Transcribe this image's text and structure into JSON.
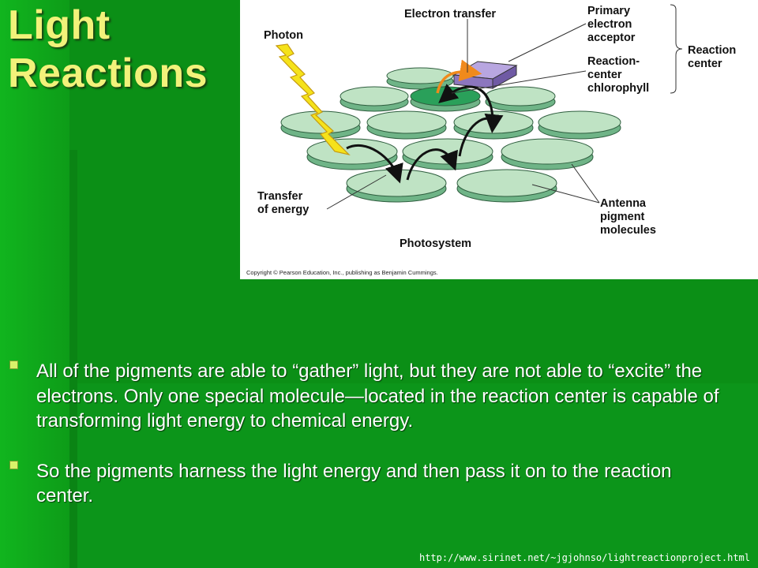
{
  "slide": {
    "title_line1": "Light",
    "title_line2": "Reactions",
    "bullets": [
      "All of the pigments are able to “gather” light, but they are not able to “excite” the electrons.  Only one special molecule—located in the reaction center is capable of transforming light energy to chemical energy.",
      "So the pigments harness the light energy and then pass it on to the reaction center."
    ],
    "source_url": "http://www.sirinet.net/~jgjohnso/lightreactionproject.html"
  },
  "diagram": {
    "labels": {
      "photon": "Photon",
      "electron_transfer": "Electron transfer",
      "primary_line1": "Primary",
      "primary_line2": "electron",
      "primary_line3": "acceptor",
      "reaction_center_line1": "Reaction",
      "reaction_center_line2": "center",
      "rc_chlorophyll_line1": "Reaction-",
      "rc_chlorophyll_line2": "center",
      "rc_chlorophyll_line3": "chlorophyll",
      "transfer_line1": "Transfer",
      "transfer_line2": "of energy",
      "antenna_line1": "Antenna",
      "antenna_line2": "pigment",
      "antenna_line3": "molecules",
      "photosystem": "Photosystem",
      "copyright": "Copyright © Pearson Education, Inc., publishing as Benjamin Cummings."
    },
    "colors": {
      "disc_top": "#bfe3c4",
      "disc_side": "#6fb487",
      "rc_disc": "#2aa05a",
      "acceptor": "#9a84c8",
      "photon_bolt": "#f5e21a",
      "transfer_arrow": "#f08a1c",
      "energy_arrow": "#111111"
    }
  }
}
